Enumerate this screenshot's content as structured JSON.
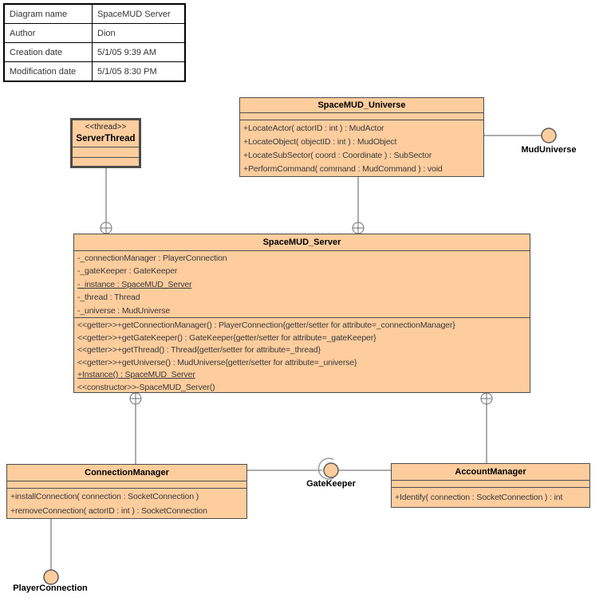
{
  "colors": {
    "class_fill": "#fdcd9d",
    "class_border": "#4d4d4d",
    "line_color": "#5b5b5b",
    "table_border": "#000000"
  },
  "info_table": {
    "rows": [
      {
        "label": "Diagram name",
        "value": "SpaceMUD Server"
      },
      {
        "label": "Author",
        "value": "Dion"
      },
      {
        "label": "Creation date",
        "value": "5/1/05 9:39 AM"
      },
      {
        "label": "Modification date",
        "value": "5/1/05 8:30 PM"
      }
    ]
  },
  "classes": {
    "server_thread": {
      "stereotype": "<<thread>>",
      "name": "ServerThread"
    },
    "universe": {
      "name": "SpaceMUD_Universe",
      "methods": [
        "+LocateActor( actorID : int ) : MudActor",
        "+LocateObject( objectID : int ) : MudObject",
        "+LocateSubSector( coord : Coordinate ) : SubSector",
        "+PerformCommand( command : MudCommand ) : void"
      ]
    },
    "server": {
      "name": "SpaceMUD_Server",
      "attributes": [
        "-_connectionManager : PlayerConnection",
        "-_gateKeeper : GateKeeper",
        "-_instance : SpaceMUD_Server",
        "-_thread : Thread",
        "-_universe : MudUniverse"
      ],
      "methods": [
        "<<getter>>+getConnectionManager() : PlayerConnection{getter/setter for attribute=_connectionManager}",
        "<<getter>>+getGateKeeper() : GateKeeper{getter/setter for attribute=_gateKeeper}",
        "<<getter>>+getThread() : Thread{getter/setter for attribute=_thread}",
        "<<getter>>+getUniverse() : MudUniverse{getter/setter for attribute=_universe}",
        "+Instance() : SpaceMUD_Server",
        "<<constructor>>-SpaceMUD_Server()"
      ]
    },
    "connection_manager": {
      "name": "ConnectionManager",
      "methods": [
        "+installConnection( connection : SocketConnection )",
        "+removeConnection( actorID : int ) : SocketConnection"
      ]
    },
    "account_manager": {
      "name": "AccountManager",
      "methods": [
        "+Identify( connection : SocketConnection ) : int"
      ]
    }
  },
  "interfaces": {
    "mud_universe": {
      "label": "MudUniverse"
    },
    "gate_keeper": {
      "label": "GateKeeper"
    },
    "player_connection": {
      "label": "PlayerConnection"
    }
  }
}
